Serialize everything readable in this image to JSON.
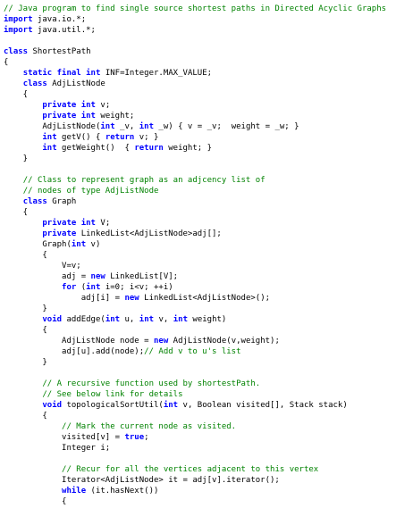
{
  "code_editor": {
    "language": "java",
    "colors": {
      "comment": "#008200",
      "keyword": "#0000ff",
      "plain": "#000000",
      "background": "#ffffff"
    },
    "lines": [
      [
        {
          "t": "c",
          "v": "// Java program to find single source shortest paths in Directed Acyclic Graphs"
        }
      ],
      [
        {
          "t": "k",
          "v": "import"
        },
        {
          "t": "p",
          "v": " java.io.*;"
        }
      ],
      [
        {
          "t": "k",
          "v": "import"
        },
        {
          "t": "p",
          "v": " java.util.*;"
        }
      ],
      [],
      [
        {
          "t": "k",
          "v": "class"
        },
        {
          "t": "p",
          "v": " ShortestPath"
        }
      ],
      [
        {
          "t": "p",
          "v": "{"
        }
      ],
      [
        {
          "t": "p",
          "v": "    "
        },
        {
          "t": "k",
          "v": "static"
        },
        {
          "t": "p",
          "v": " "
        },
        {
          "t": "k",
          "v": "final"
        },
        {
          "t": "p",
          "v": " "
        },
        {
          "t": "k",
          "v": "int"
        },
        {
          "t": "p",
          "v": " INF=Integer.MAX_VALUE;"
        }
      ],
      [
        {
          "t": "p",
          "v": "    "
        },
        {
          "t": "k",
          "v": "class"
        },
        {
          "t": "p",
          "v": " AdjListNode"
        }
      ],
      [
        {
          "t": "p",
          "v": "    {"
        }
      ],
      [
        {
          "t": "p",
          "v": "        "
        },
        {
          "t": "k",
          "v": "private"
        },
        {
          "t": "p",
          "v": " "
        },
        {
          "t": "k",
          "v": "int"
        },
        {
          "t": "p",
          "v": " v;"
        }
      ],
      [
        {
          "t": "p",
          "v": "        "
        },
        {
          "t": "k",
          "v": "private"
        },
        {
          "t": "p",
          "v": " "
        },
        {
          "t": "k",
          "v": "int"
        },
        {
          "t": "p",
          "v": " weight;"
        }
      ],
      [
        {
          "t": "p",
          "v": "        AdjListNode("
        },
        {
          "t": "k",
          "v": "int"
        },
        {
          "t": "p",
          "v": " _v, "
        },
        {
          "t": "k",
          "v": "int"
        },
        {
          "t": "p",
          "v": " _w) { v = _v;  weight = _w; }"
        }
      ],
      [
        {
          "t": "p",
          "v": "        "
        },
        {
          "t": "k",
          "v": "int"
        },
        {
          "t": "p",
          "v": " getV() { "
        },
        {
          "t": "k",
          "v": "return"
        },
        {
          "t": "p",
          "v": " v; }"
        }
      ],
      [
        {
          "t": "p",
          "v": "        "
        },
        {
          "t": "k",
          "v": "int"
        },
        {
          "t": "p",
          "v": " getWeight()  { "
        },
        {
          "t": "k",
          "v": "return"
        },
        {
          "t": "p",
          "v": " weight; }"
        }
      ],
      [
        {
          "t": "p",
          "v": "    }"
        }
      ],
      [],
      [
        {
          "t": "p",
          "v": "    "
        },
        {
          "t": "c",
          "v": "// Class to represent graph as an adjcency list of"
        }
      ],
      [
        {
          "t": "p",
          "v": "    "
        },
        {
          "t": "c",
          "v": "// nodes of type AdjListNode"
        }
      ],
      [
        {
          "t": "p",
          "v": "    "
        },
        {
          "t": "k",
          "v": "class"
        },
        {
          "t": "p",
          "v": " Graph"
        }
      ],
      [
        {
          "t": "p",
          "v": "    {"
        }
      ],
      [
        {
          "t": "p",
          "v": "        "
        },
        {
          "t": "k",
          "v": "private"
        },
        {
          "t": "p",
          "v": " "
        },
        {
          "t": "k",
          "v": "int"
        },
        {
          "t": "p",
          "v": " V;"
        }
      ],
      [
        {
          "t": "p",
          "v": "        "
        },
        {
          "t": "k",
          "v": "private"
        },
        {
          "t": "p",
          "v": " LinkedList<AdjListNode>adj[];"
        }
      ],
      [
        {
          "t": "p",
          "v": "        Graph("
        },
        {
          "t": "k",
          "v": "int"
        },
        {
          "t": "p",
          "v": " v)"
        }
      ],
      [
        {
          "t": "p",
          "v": "        {"
        }
      ],
      [
        {
          "t": "p",
          "v": "            V=v;"
        }
      ],
      [
        {
          "t": "p",
          "v": "            adj = "
        },
        {
          "t": "k",
          "v": "new"
        },
        {
          "t": "p",
          "v": " LinkedList[V];"
        }
      ],
      [
        {
          "t": "p",
          "v": "            "
        },
        {
          "t": "k",
          "v": "for"
        },
        {
          "t": "p",
          "v": " ("
        },
        {
          "t": "k",
          "v": "int"
        },
        {
          "t": "p",
          "v": " i=0; i<v; ++i)"
        }
      ],
      [
        {
          "t": "p",
          "v": "                adj[i] = "
        },
        {
          "t": "k",
          "v": "new"
        },
        {
          "t": "p",
          "v": " LinkedList<AdjListNode>();"
        }
      ],
      [
        {
          "t": "p",
          "v": "        }"
        }
      ],
      [
        {
          "t": "p",
          "v": "        "
        },
        {
          "t": "k",
          "v": "void"
        },
        {
          "t": "p",
          "v": " addEdge("
        },
        {
          "t": "k",
          "v": "int"
        },
        {
          "t": "p",
          "v": " u, "
        },
        {
          "t": "k",
          "v": "int"
        },
        {
          "t": "p",
          "v": " v, "
        },
        {
          "t": "k",
          "v": "int"
        },
        {
          "t": "p",
          "v": " weight)"
        }
      ],
      [
        {
          "t": "p",
          "v": "        {"
        }
      ],
      [
        {
          "t": "p",
          "v": "            AdjListNode node = "
        },
        {
          "t": "k",
          "v": "new"
        },
        {
          "t": "p",
          "v": " AdjListNode(v,weight);"
        }
      ],
      [
        {
          "t": "p",
          "v": "            adj[u].add(node);"
        },
        {
          "t": "c",
          "v": "// Add v to u's list"
        }
      ],
      [
        {
          "t": "p",
          "v": "        }"
        }
      ],
      [],
      [
        {
          "t": "p",
          "v": "        "
        },
        {
          "t": "c",
          "v": "// A recursive function used by shortestPath."
        }
      ],
      [
        {
          "t": "p",
          "v": "        "
        },
        {
          "t": "c",
          "v": "// See below link for details"
        }
      ],
      [
        {
          "t": "p",
          "v": "        "
        },
        {
          "t": "k",
          "v": "void"
        },
        {
          "t": "p",
          "v": " topologicalSortUtil("
        },
        {
          "t": "k",
          "v": "int"
        },
        {
          "t": "p",
          "v": " v, Boolean visited[], Stack stack)"
        }
      ],
      [
        {
          "t": "p",
          "v": "        {"
        }
      ],
      [
        {
          "t": "p",
          "v": "            "
        },
        {
          "t": "c",
          "v": "// Mark the current node as visited."
        }
      ],
      [
        {
          "t": "p",
          "v": "            visited[v] = "
        },
        {
          "t": "k",
          "v": "true"
        },
        {
          "t": "p",
          "v": ";"
        }
      ],
      [
        {
          "t": "p",
          "v": "            Integer i;"
        }
      ],
      [],
      [
        {
          "t": "p",
          "v": "            "
        },
        {
          "t": "c",
          "v": "// Recur for all the vertices adjacent to this vertex"
        }
      ],
      [
        {
          "t": "p",
          "v": "            Iterator<AdjListNode> it = adj[v].iterator();"
        }
      ],
      [
        {
          "t": "p",
          "v": "            "
        },
        {
          "t": "k",
          "v": "while"
        },
        {
          "t": "p",
          "v": " (it.hasNext())"
        }
      ],
      [
        {
          "t": "p",
          "v": "            {"
        }
      ]
    ]
  }
}
